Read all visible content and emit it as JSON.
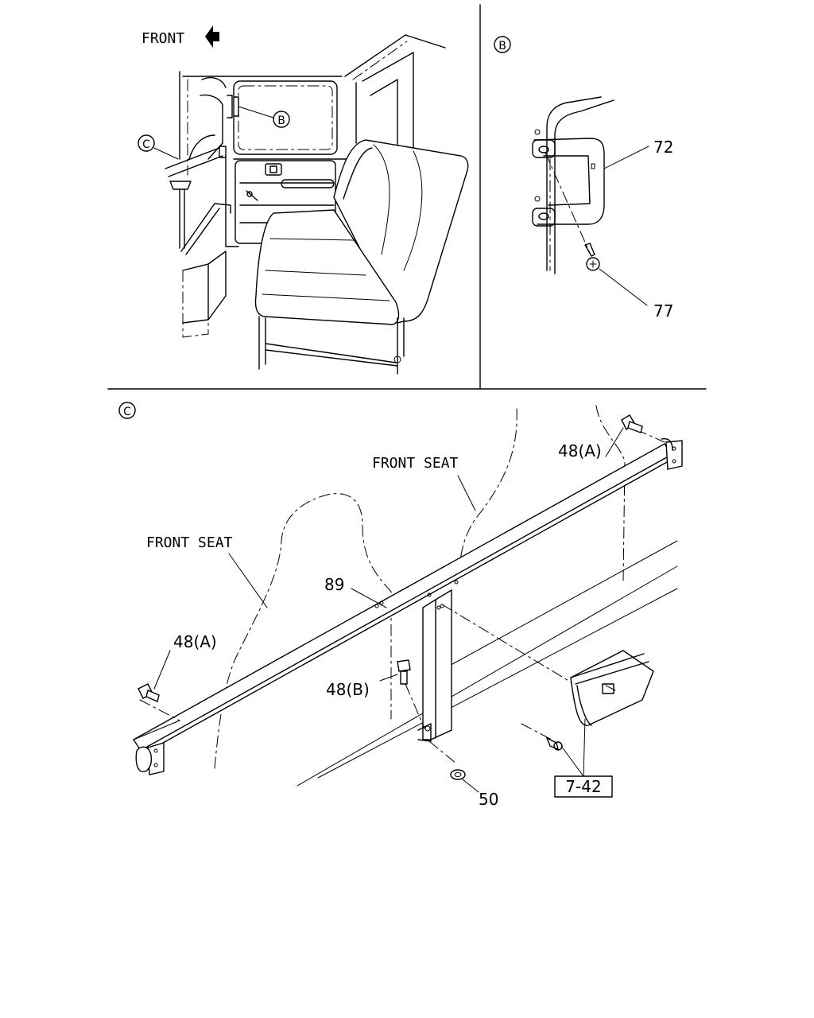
{
  "labels": {
    "front_arrow": "FRONT",
    "callout_b_top": "B",
    "callout_c_top": "C",
    "panel_b_marker": "B",
    "part_72": "72",
    "part_77": "77",
    "panel_c_marker": "C",
    "front_seat_right": "FRONT SEAT",
    "front_seat_left": "FRONT SEAT",
    "part_48a_right": "48(A)",
    "part_48a_left": "48(A)",
    "part_89": "89",
    "part_48b": "48(B)",
    "part_50": "50",
    "ref_7_42": "7-42"
  },
  "icons": {
    "front_direction": "left-arrow-icon"
  }
}
